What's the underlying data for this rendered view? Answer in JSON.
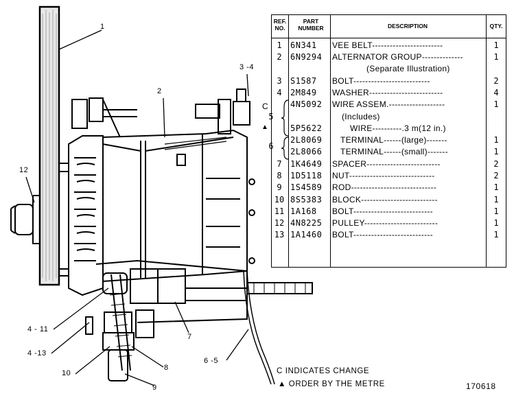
{
  "figure_id": "170618",
  "table": {
    "headers": {
      "ref": "REF. NO.",
      "part": "PART NUMBER",
      "desc": "DESCRIPTION",
      "qty": "QTY."
    },
    "rows": [
      {
        "ref": "1",
        "part": "6N341",
        "desc": "VEE BELT------------------------",
        "qty": "1"
      },
      {
        "ref": "2",
        "part": "6N9294",
        "desc": "ALTERNATOR GROUP--------------",
        "qty": "1"
      },
      {
        "ref": "",
        "part": "",
        "desc": "(Separate Illustration)",
        "qty": ""
      },
      {
        "ref": "3",
        "part": "S1587",
        "desc": "BOLT--------------------------",
        "qty": "2"
      },
      {
        "ref": "4",
        "part": "2M849",
        "desc": "WASHER-------------------------",
        "qty": "4"
      },
      {
        "ref": "",
        "part": "4N5092",
        "desc": "WIRE ASSEM.-------------------",
        "qty": "1"
      },
      {
        "ref": "5",
        "part": "",
        "desc": "(Includes)",
        "qty": ""
      },
      {
        "ref": "",
        "part": "5P5622",
        "desc": "WIRE----------.3 m(12 in.)",
        "qty": ""
      },
      {
        "ref": "",
        "part": "2L8069",
        "desc": "TERMINAL------(large)-------",
        "qty": "1"
      },
      {
        "ref": "6",
        "part": "2L8066",
        "desc": "TERMINAL------(small)-------",
        "qty": "1"
      },
      {
        "ref": "7",
        "part": "1K4649",
        "desc": "SPACER-------------------------",
        "qty": "2"
      },
      {
        "ref": "8",
        "part": "1D5118",
        "desc": "NUT-----------------------------",
        "qty": "2"
      },
      {
        "ref": "9",
        "part": "1S4589",
        "desc": "ROD-----------------------------",
        "qty": "1"
      },
      {
        "ref": "10",
        "part": "8S5383",
        "desc": "BLOCK--------------------------",
        "qty": "1"
      },
      {
        "ref": "11",
        "part": "1A168",
        "desc": "BOLT---------------------------",
        "qty": "1"
      },
      {
        "ref": "12",
        "part": "4N8225",
        "desc": "PULLEY-------------------------",
        "qty": "1"
      },
      {
        "ref": "13",
        "part": "1A1460",
        "desc": "BOLT---------------------------",
        "qty": "1"
      }
    ],
    "side_marks": {
      "change": "C",
      "metre": "▲"
    }
  },
  "callouts": {
    "c1": "1",
    "c2": "2",
    "c34": "3 -4",
    "c12": "12",
    "c411": "4 - 11",
    "c413": "4 -13",
    "c10": "10",
    "c9": "9",
    "c8": "8",
    "c7": "7",
    "c65": "6 -5"
  },
  "notes": {
    "line1": "C INDICATES CHANGE",
    "line2": "▲ ORDER BY THE METRE"
  }
}
